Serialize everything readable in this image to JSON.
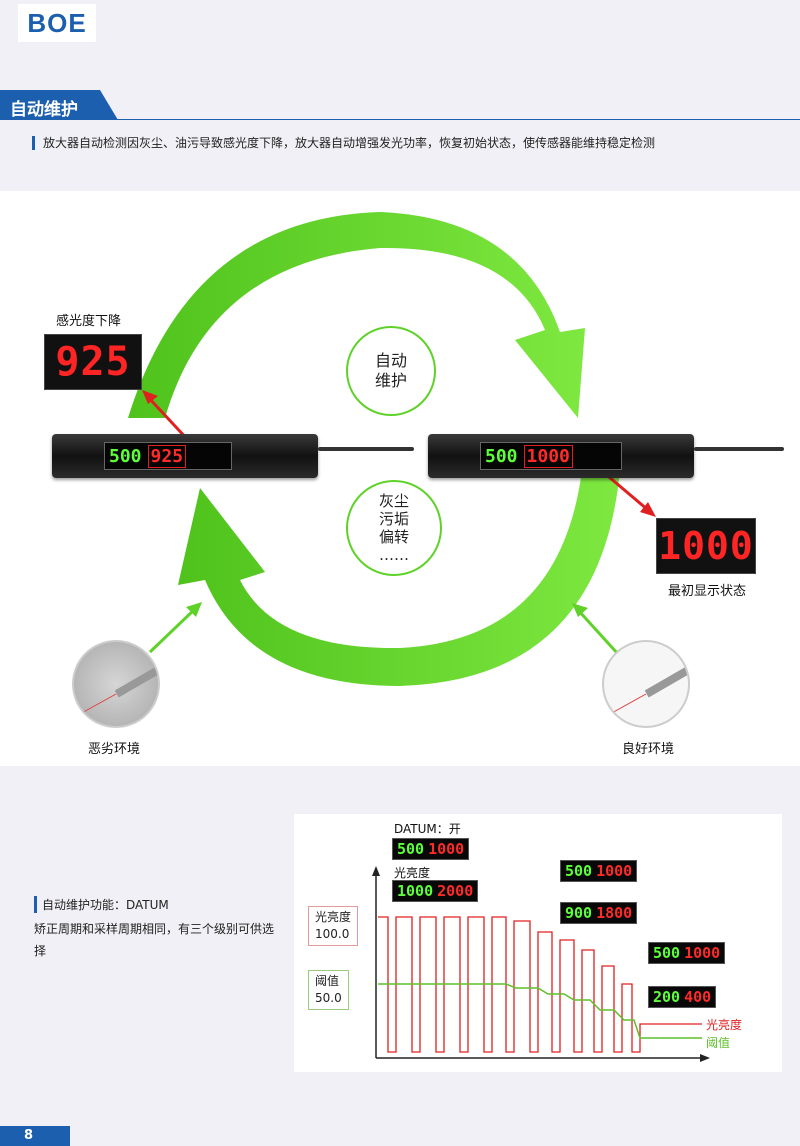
{
  "brand": {
    "logo": "BOE"
  },
  "section": {
    "title": "自动维护",
    "description": "放大器自动检测因灰尘、油污导致感光度下降，放大器自动增强发光功率，恢复初始状态，使传感器能维持稳定检测"
  },
  "diagram": {
    "left_display": "925",
    "left_caption": "感光度下降",
    "right_display": "1000",
    "right_caption": "最初显示状态",
    "center_top": [
      "自动",
      "维护"
    ],
    "center_bottom": [
      "灰尘",
      "污垢",
      "偏转",
      "……"
    ],
    "amp_left": {
      "green": "500",
      "red": "925"
    },
    "amp_right": {
      "green": "500",
      "red": "1000"
    },
    "env_bad": "恶劣环境",
    "env_good": "良好环境",
    "colors": {
      "arrow": "#5fd22a",
      "indicator": "#e02020"
    }
  },
  "datum": {
    "title": "自动维护功能：DATUM",
    "body": "矫正周期和采样周期相同，有三个级别可供选择",
    "datum_label": "DATUM：开",
    "brightness_label": "光亮度",
    "lcd_top": {
      "green": "500",
      "red": "1000"
    },
    "lcd_second": {
      "green": "1000",
      "red": "2000"
    },
    "lcd_r1": {
      "green": "500",
      "red": "1000"
    },
    "lcd_r2": {
      "green": "900",
      "red": "1800"
    },
    "lcd_r3": {
      "green": "500",
      "red": "1000"
    },
    "lcd_r4": {
      "green": "200",
      "red": "400"
    },
    "callout_brightness": [
      "光亮度",
      "100.0"
    ],
    "callout_threshold": [
      "阈值",
      "50.0"
    ],
    "legend_brightness": "光亮度",
    "legend_threshold": "阈值",
    "colors": {
      "brightness": "#e02020",
      "threshold": "#5fbf2a"
    }
  },
  "page": {
    "number": "8"
  }
}
